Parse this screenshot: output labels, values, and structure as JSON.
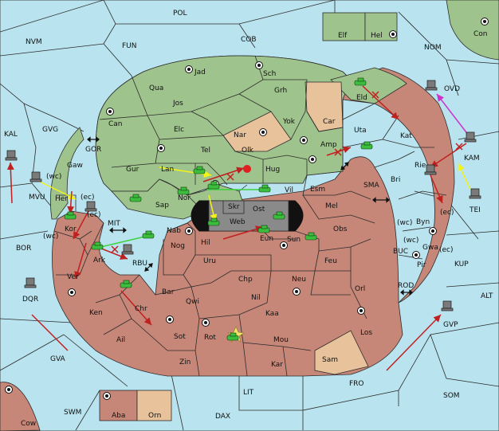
{
  "colors": {
    "sea": "#b9e3ee",
    "power_green": "#9fc38c",
    "power_red": "#c78778",
    "neutral_tan": "#e7c29a",
    "neutral_gray": "#8a8a8a",
    "unit_green": "#3dbd3d",
    "order_red": "#c02020",
    "order_yellow": "#f3f318",
    "order_green": "#3dd13d",
    "order_magenta": "#cc33cc"
  },
  "labels": {
    "sea": {
      "POL": "POL",
      "NVM": "NVM",
      "FUN": "FUN",
      "COB": "COB",
      "NOM": "NOM",
      "GVG": "GVG",
      "KAL": "KAL",
      "GOR": "GOR",
      "MIT": "MIT",
      "SMA": "SMA",
      "BOR": "BOR",
      "RBU": "RBU",
      "BUC": "BUC",
      "KUP": "KUP",
      "ROD": "ROD",
      "ALT": "ALT",
      "FRO": "FRO",
      "LIT": "LIT",
      "SWM": "SWM",
      "DAX": "DAX",
      "SOM": "SOM",
      "GVA": "GVA",
      "OVD": "OVD",
      "KAM": "KAM",
      "TEI": "TEI",
      "MVU": "MVU",
      "DQR": "DQR",
      "GVP": "GVP"
    },
    "land": {
      "Jad": "Jad",
      "Sch": "Sch",
      "Qua": "Qua",
      "Jos": "Jos",
      "Grh": "Grh",
      "Can": "Can",
      "Yok": "Yok",
      "Car": "Car",
      "Elc": "Elc",
      "Nar": "Nar",
      "Eld": "Eld",
      "Tel": "Tel",
      "Olk": "Olk",
      "Uta": "Uta",
      "Kat": "Kat",
      "Gur": "Gur",
      "Lan": "Lan",
      "Hug": "Hug",
      "Amp": "Amp",
      "Gaw": "Gaw",
      "Her": "Her",
      "Kor": "Kor",
      "Sap": "Sap",
      "Nor": "Nor",
      "Skr": "Skr",
      "Vil": "Vil",
      "Esm": "Esm",
      "Bri": "Bri",
      "Rie": "Rie",
      "Ost": "Ost",
      "Web": "Web",
      "Mel": "Mel",
      "Byn": "Byn",
      "Nab": "Nab",
      "Eun": "Eun",
      "Obs": "Obs",
      "Ark": "Ark",
      "Hil": "Hil",
      "Sun": "Sun",
      "Gwa": "Gwa",
      "Nog": "Nog",
      "Uru": "Uru",
      "Feu": "Feu",
      "Pir": "Pir",
      "Ver": "Ver",
      "Chp": "Chp",
      "Neu": "Neu",
      "Bar": "Bar",
      "Qwi": "Qwi",
      "Nil": "Nil",
      "Orl": "Orl",
      "Ken": "Ken",
      "Chr": "Chr",
      "Kaa": "Kaa",
      "Ail": "Ail",
      "Sot": "Sot",
      "Rot": "Rot",
      "Mou": "Mou",
      "Los": "Los",
      "Sam": "Sam",
      "Zin": "Zin",
      "Kar": "Kar",
      "Elf": "Elf",
      "Hel": "Hel",
      "Con": "Con",
      "Aba": "Aba",
      "Orn": "Orn",
      "Cow": "Cow"
    },
    "coast": [
      "(wc)",
      "(ec)",
      "(ec)",
      "(wc)",
      "(wc)",
      "(wc)",
      "(ec)",
      "(ec)"
    ]
  }
}
